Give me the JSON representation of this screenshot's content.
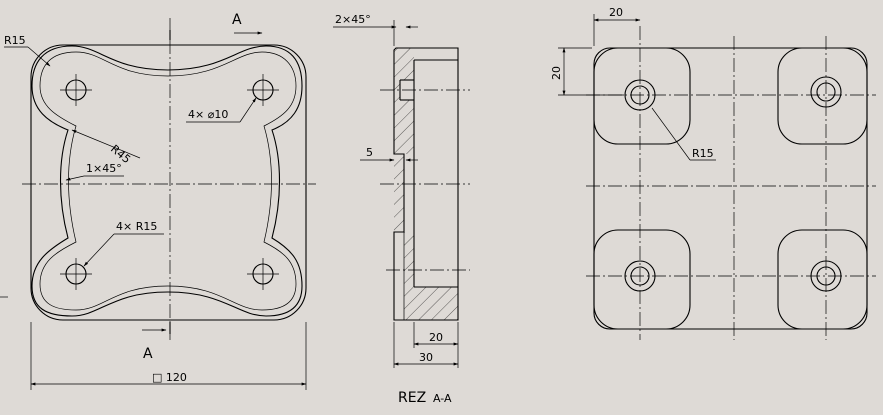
{
  "view_front": {
    "section_mark_top": "A",
    "section_mark_bottom": "A",
    "corner_radius": "R15",
    "arc_radius": "R45",
    "chamfer": "1×45°",
    "holes": "4× ⌀10",
    "pad_radius": "4× R15",
    "width_dim": "□ 120"
  },
  "view_section": {
    "chamfer": "2×45°",
    "step": "5",
    "inner_depth": "20",
    "thickness": "30",
    "caption_main": "REZ",
    "caption_sub": "A-A"
  },
  "view_right": {
    "dim_horizontal": "20",
    "dim_vertical": "20",
    "pad_radius": "R15"
  }
}
